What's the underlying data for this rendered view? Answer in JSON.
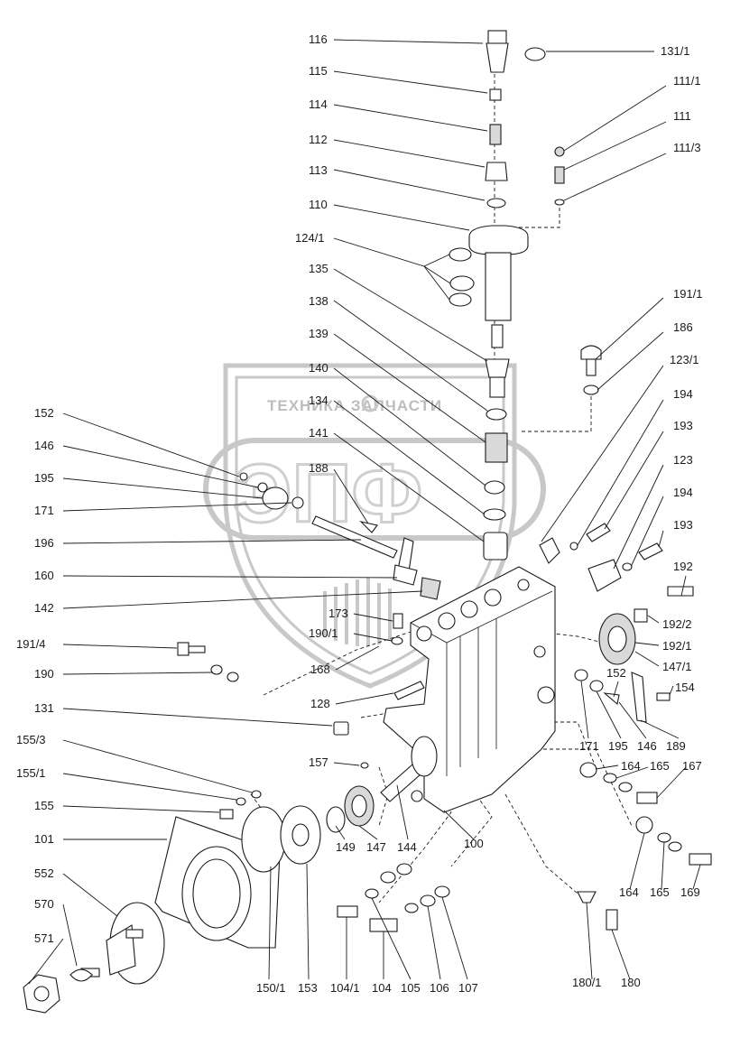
{
  "watermark": {
    "brand_line": "ТЕХНИКА   ЗАПЧАСТИ",
    "letters": "ЭПФ"
  },
  "callouts": {
    "l116": "116",
    "l115": "115",
    "l114": "114",
    "l112": "112",
    "l113": "113",
    "l110": "110",
    "l124_1": "124/1",
    "l135": "135",
    "l138": "138",
    "l139": "139",
    "l140": "140",
    "l134": "134",
    "l141": "141",
    "l188": "188",
    "l152a": "152",
    "l146a": "146",
    "l195a": "195",
    "l171a": "171",
    "l196": "196",
    "l160": "160",
    "l142": "142",
    "l173": "173",
    "l190_1": "190/1",
    "l191_4": "191/4",
    "l190": "190",
    "l168": "168",
    "l128": "128",
    "l131": "131",
    "l155_3": "155/3",
    "l155_1": "155/1",
    "l155": "155",
    "l157": "157",
    "l101": "101",
    "l552": "552",
    "l570": "570",
    "l571": "571",
    "l131_1": "131/1",
    "l111_1": "111/1",
    "l111": "111",
    "l111_3": "111/3",
    "l191_1": "191/1",
    "l186": "186",
    "l123_1": "123/1",
    "l194a": "194",
    "l193a": "193",
    "l123": "123",
    "l194b": "194",
    "l193b": "193",
    "l192": "192",
    "l192_2": "192/2",
    "l192_1": "192/1",
    "l147_1": "147/1",
    "l152b": "152",
    "l154": "154",
    "l171b": "171",
    "l195b": "195",
    "l146b": "146",
    "l189": "189",
    "l164a": "164",
    "l165a": "165",
    "l167": "167",
    "l149": "149",
    "l147": "147",
    "l144": "144",
    "l100": "100",
    "l164b": "164",
    "l165b": "165",
    "l169": "169",
    "l150_1": "150/1",
    "l153": "153",
    "l104_1": "104/1",
    "l104": "104",
    "l105": "105",
    "l106": "106",
    "l107": "107",
    "l180_1": "180/1",
    "l180": "180"
  }
}
